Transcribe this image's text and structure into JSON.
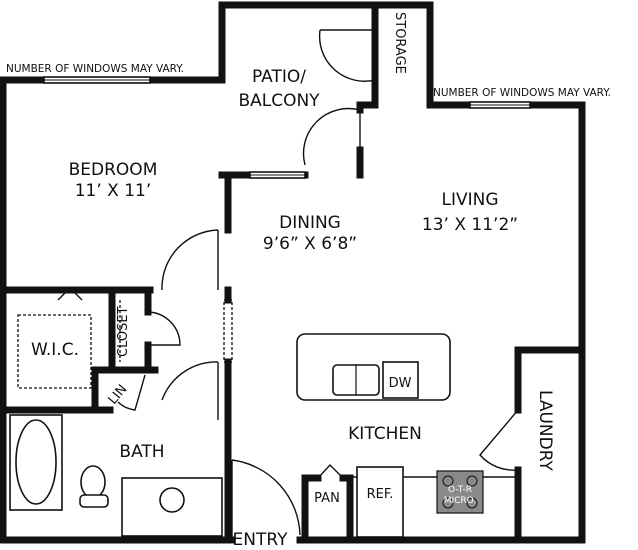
{
  "notes": {
    "window_note_left": "NUMBER OF WINDOWS MAY VARY.",
    "window_note_right": "NUMBER OF WINDOWS MAY VARY."
  },
  "rooms": {
    "bedroom": {
      "name": "BEDROOM",
      "size": "11’ X 11’"
    },
    "patio": {
      "name_line1": "PATIO/",
      "name_line2": "BALCONY"
    },
    "storage": {
      "name": "STORAGE"
    },
    "dining": {
      "name": "DINING",
      "size": "9’6” X 6’8”"
    },
    "living": {
      "name": "LIVING",
      "size": "13’ X 11’2”"
    },
    "wic": {
      "name": "W.I.C."
    },
    "closet": {
      "name": "CLOSET"
    },
    "linen": {
      "name": "LIN"
    },
    "bath": {
      "name": "BATH"
    },
    "kitchen": {
      "name": "KITCHEN"
    },
    "laundry": {
      "name": "LAUNDRY"
    },
    "pantry": {
      "name": "PAN"
    },
    "entry": {
      "name": "ENTRY"
    }
  },
  "fixtures": {
    "dishwasher": "DW",
    "refrigerator": "REF.",
    "otr_line1": "O-T-R",
    "otr_line2": "MICRO."
  },
  "colors": {
    "wall": "#111111",
    "stove": "#8a8a8a"
  }
}
